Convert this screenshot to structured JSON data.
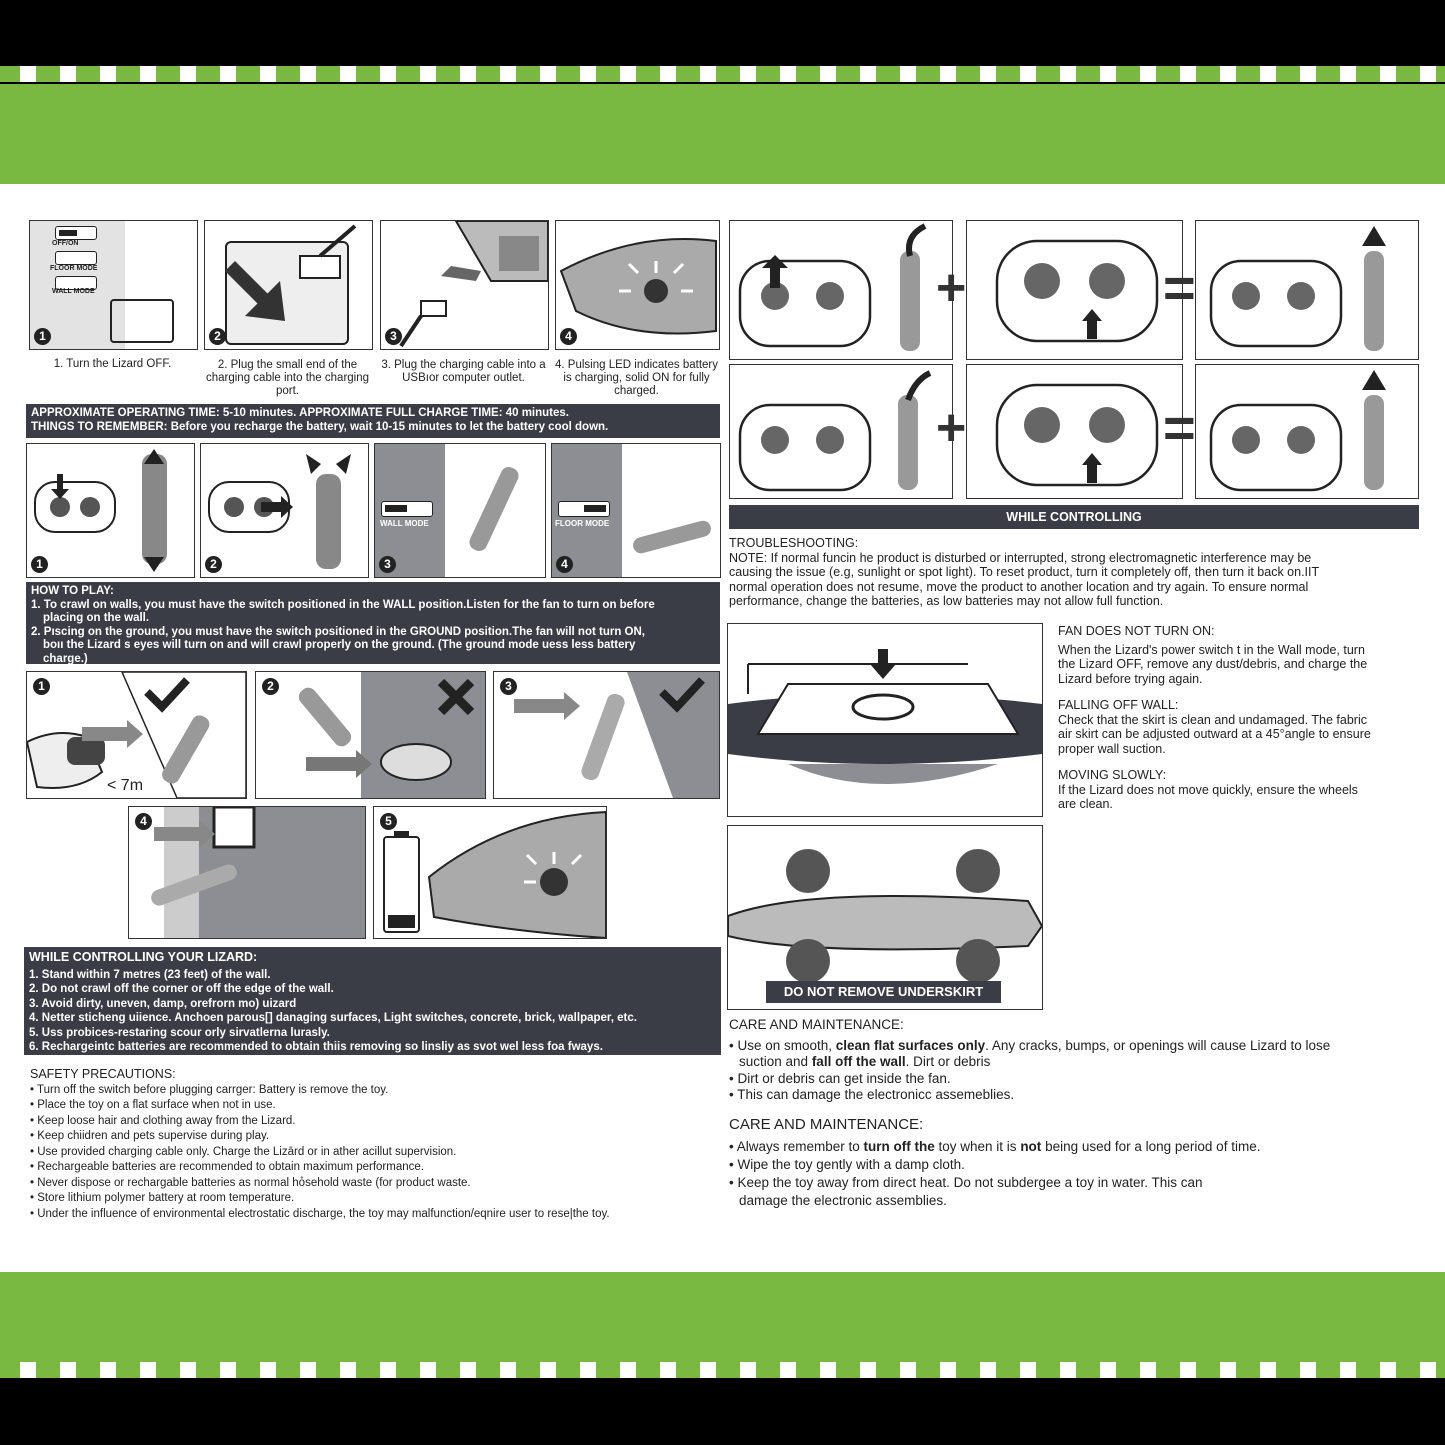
{
  "steps_top": [
    {
      "num": "1",
      "text": "1. Turn the Lizard OFF."
    },
    {
      "num": "2",
      "text": "2. Plug the small end of the charging cable into the charging port."
    },
    {
      "num": "3",
      "text": "3. Plug the charging cable into a USBıor computer outlet."
    },
    {
      "num": "4",
      "text": "4. Pulsing LED indicates battery is charging, solid ON for fully charged."
    }
  ],
  "switch_labels": {
    "off_on": "OFF/ON",
    "floor": "FLOOR MODE",
    "wall": "WALL MODE"
  },
  "operating": {
    "line1": "APPROXIMATE OPERATING TIME: 5-10 minutes.  APPROXIMATE FULL CHARGE TIME: 40 minutes.",
    "line2": "THINGS TO REMEMBER: Before you recharge the battery, wait 10-15 minutes to let the battery cool down."
  },
  "mode_panels": {
    "n1": "1",
    "n2": "2",
    "n3": "3",
    "n4": "4",
    "wall_mode": "WALL MODE",
    "floor_mode": "FLOOR MODE"
  },
  "how_to_play": {
    "title": "HOW TO PLAY:",
    "l1": "1. To crawl on walls, you must have the switch positioned in the WALL position.Listen for the fan to turn on before",
    "l1b": "placing on the wall.",
    "l2": "2. Pıscing on the ground, you must have the switch positioned in the GROUND position.The fan will not turn ON,",
    "l2b": "boıı the Lizard s eyes will turn on and will crawl properly on the ground. (The ground mode uess less battery",
    "l2c": "charge.)"
  },
  "play_panels": {
    "n1": "1",
    "n2": "2",
    "n3": "3",
    "n4": "4",
    "n5": "5",
    "distance": "< 7m"
  },
  "while_controlling_lizard": {
    "title": "WHILE CONTROLLING YOUR LIZARD:",
    "items": [
      "1. Stand within 7 metres (23 feet) of the wall.",
      "2. Do not crawl off the corner or off the edge of the wall.",
      "3. Avoid dirty, uneven, damp, orefrorn mo) uizard",
      "4. Netter sticheng uiience. Anchoen parous[] danaging surfaces, Light switches, concrete, brick, wallpaper, etc.",
      "5. Uss probices-restaring scour orly sirvatlerna lurasly.",
      "6. Rechargeintc batteries are recommended to obtain thiis removing so linsliy as svot wel less foa fways."
    ]
  },
  "safety": {
    "title": "SAFETY PRECAUTIONS:",
    "items": [
      "Turn off the switch before plugging carrger: Battery is remove the toy.",
      "Place the toy on a flat surface when not in use.",
      "Keep loose hair and clothing away from the Lizard.",
      "Keep chiidren and pets supervise during play.",
      "Use provided charging cable only. Charge the Lizārd or in ather acillut supervision.",
      "Rechargeable batteries are recommended to obtain maximum performance.",
      "Never dispose or rechargable batteries as normal ho̊sehold waste (for product waste.",
      "Store lithium polymer battery at room temperature.",
      "Under the influence of environmental electrostatic discharge, the toy may malfunction/eqnire user to rese|the toy."
    ]
  },
  "while_controlling": "WHILE CONTROLLING",
  "troubleshooting": {
    "title": "TROUBLESHOOTING:",
    "lines": [
      "NOTE: If normal funcin he product is disturbed or interrupted, strong electromagnetic interference may be",
      "causing the issue (e.g, sunlight or spot light). To reset product, turn it completely off, then turn it back on.IIT",
      "normal operation does not resume, move the product to another location and try again. To ensure normal",
      "performance, change the batteries, as low batteries may not allow full function."
    ]
  },
  "fan": {
    "title": "FAN DOES NOT TURN ON:",
    "lines": [
      "When the Lizard's power switch  t  in the Wall mode, turn",
      "the Lizard OFF, remove any dust/debris, and charge the",
      "Lizard before trying again."
    ]
  },
  "falling": {
    "title": "FALLING OFF WALL:",
    "lines": [
      "Check that the skirt is clean and undamaged. The fabric",
      "air skirt can be adjusted outward at a 45°angle to ensure",
      "proper wall suction."
    ]
  },
  "moving": {
    "title": "MOVING SLOWLY:",
    "lines": [
      "If the Lizard does not move quickly, ensure the wheels",
      "are clean."
    ]
  },
  "underskirt": "DO NOT REMOVE UNDERSKIRT",
  "care1": {
    "title": "CARE AND MAINTENANCE:",
    "items": [
      {
        "a": "Use on smooth, ",
        "b": "clean flat surfaces only",
        "c": ". Any cracks, bumps, or openings will cause Lizard to lose"
      },
      {
        "a": "suction and ",
        "b": "fall off the wall",
        "c": ". Dirt or debris"
      },
      {
        "a": "Dirt or debris can get inside the fan.",
        "b": "",
        "c": ""
      },
      {
        "a": "This can damage the electronicc assemeblies.",
        "b": "",
        "c": ""
      }
    ]
  },
  "care2": {
    "title": "CARE AND MAINTENANCE:",
    "items": [
      {
        "a": "Always remember to ",
        "b": "turn off the",
        "c": " toy when it is ",
        "d": "not",
        "e": " being used for a long period of time."
      },
      {
        "a": "Wipe the toy gently with a damp cloth.",
        "b": "",
        "c": "",
        "d": "",
        "e": ""
      },
      {
        "a": "Keep the toy away from direct heat. Do not subdergee a toy in water. This can",
        "b": "",
        "c": "",
        "d": "",
        "e": ""
      },
      {
        "a": "damage the electronic assemblies.",
        "b": "",
        "c": "",
        "d": "",
        "e": ""
      }
    ]
  },
  "colors": {
    "green": "#7ab940",
    "dark_box": "#3a3d46"
  }
}
